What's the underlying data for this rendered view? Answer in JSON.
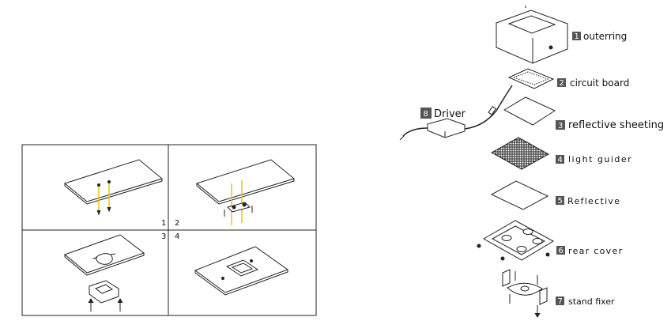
{
  "steps": [
    "1",
    "2",
    "3",
    "4"
  ],
  "parts": [
    {
      "num": "1",
      "label": "outerring"
    },
    {
      "num": "2",
      "label": "circuit board"
    },
    {
      "num": "3",
      "label": "reflective sheeting"
    },
    {
      "num": "4",
      "label": "light guider"
    },
    {
      "num": "5",
      "label": "Reflective"
    },
    {
      "num": "6",
      "label": "rear cover"
    },
    {
      "num": "7",
      "label": "stand fixer"
    },
    {
      "num": "8",
      "label": "Driver"
    }
  ],
  "colors": {
    "line": "#222222",
    "badge": "#555555",
    "guide": "#e8c21a"
  }
}
